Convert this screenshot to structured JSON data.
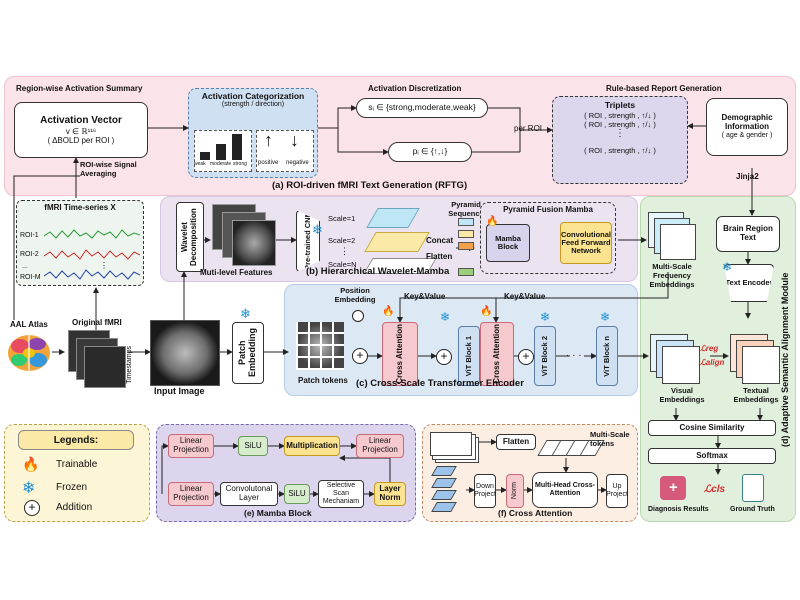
{
  "rftg": {
    "sub_region": "Region-wise Activation Summary",
    "sub_discretization": "Activation Discretization",
    "sub_report": "Rule-based Report Generation",
    "activation_vector_title": "Activation Vector",
    "activation_vector_formula": "v ∈ ℝ¹¹⁶",
    "activation_vector_note": "( ΔBOLD per ROI )",
    "categorization_title": "Activation Categorization",
    "categorization_note": "(strength / direction)",
    "bar_labels": [
      "weak",
      "moderate",
      "strong"
    ],
    "arrow_labels": [
      "positive",
      "negative"
    ],
    "strength_formula": "sᵢ ∈ {strong,moderate,weak}",
    "direction_formula": "pᵢ ∈ {↑,↓}",
    "per_roi": "per ROI",
    "triplets_title": "Triplets",
    "triplet_row": "( ROI , strength , ↑/↓ )",
    "triplet_ellipsis": "⋮",
    "demographic": "Demographic Information",
    "demographic_note": "( age & gender )",
    "jinja": "Jinja2",
    "roi_signal": "ROI-wise Signal Averaging",
    "caption": "(a) ROI-driven fMRI Text Generation (RFTG)"
  },
  "fmri_series": {
    "title": "fMRI Time-series X",
    "rois": [
      "ROI-1",
      "ROI-2",
      "...",
      "ROI-M"
    ],
    "ellipsis": "⋮"
  },
  "hwm": {
    "wavelet": "Wavelet Decomposition",
    "features": "Muti-level Features",
    "cnn": "Pre-trained CNN",
    "scales": [
      "Scale=1",
      "Scale=2",
      "Scale=N"
    ],
    "scale_dots": "⋮",
    "pyramid_sequence": "Pyramid Sequence",
    "concat": "Concat",
    "flatten": "Flatten",
    "pfm_title": "Pyramid Fusion Mamba",
    "mamba_block": "Mamba Block",
    "cffn": "Convolutional Feed Forward Network",
    "caption": "(b) Hierarchical Wavelet-Mamba"
  },
  "msfe": "Multi-Scale Frequency Embeddings",
  "inputs": {
    "aal": "AAL Atlas",
    "original_fmri": "Original fMRI",
    "timestamps": "Timestamps",
    "input_image": "Input Image",
    "patch_embedding": "Patch Embedding"
  },
  "cste": {
    "position_embedding": "Position Embedding",
    "patch_tokens": "Patch tokens",
    "key_value": "Key&Value",
    "cross_attention": "Cross Attention",
    "vit1": "ViT Block 1",
    "vit2": "ViT Block 2",
    "vitn": "ViT Block n",
    "dots": "· · ·",
    "caption": "(c) Cross-Scale Transformer Encoder"
  },
  "asam": {
    "caption": "(d) Adaptive Semantic Alignment Module",
    "brain_region_text": "Brain Region Text",
    "text_encoder": "Text Encoder",
    "visual_emb": "Visual Embeddings",
    "textual_emb": "Textual Embeddings",
    "l_reg": "ℒreg",
    "l_align": "ℒalign",
    "cosine": "Cosine Similarity",
    "softmax": "Softmax",
    "diagnosis": "Diagnosis Results",
    "l_cls": "ℒcls",
    "ground_truth": "Ground Truth"
  },
  "legend": {
    "title": "Legends:",
    "trainable": "Trainable",
    "frozen": "Frozen",
    "addition": "Addition"
  },
  "mamba": {
    "lp1": "Linear Projection",
    "silu1": "SiLU",
    "mult": "Multiplication",
    "lp_out": "Linear Projection",
    "lp2": "Linear Projection",
    "conv": "Convolutonal Layer",
    "silu2": "SiLU",
    "ssm": "Selective Scan Mechaniam",
    "norm": "Layer Norm",
    "caption": "(e) Mamba Block"
  },
  "xattn": {
    "flatten": "Flatten",
    "mst": "Multi-Scale tokens",
    "down": "Down Project",
    "norm": "Norm",
    "mhca": "Multi-Head Cross-Attention",
    "up": "Up Project",
    "caption": "(f) Cross Attention"
  }
}
